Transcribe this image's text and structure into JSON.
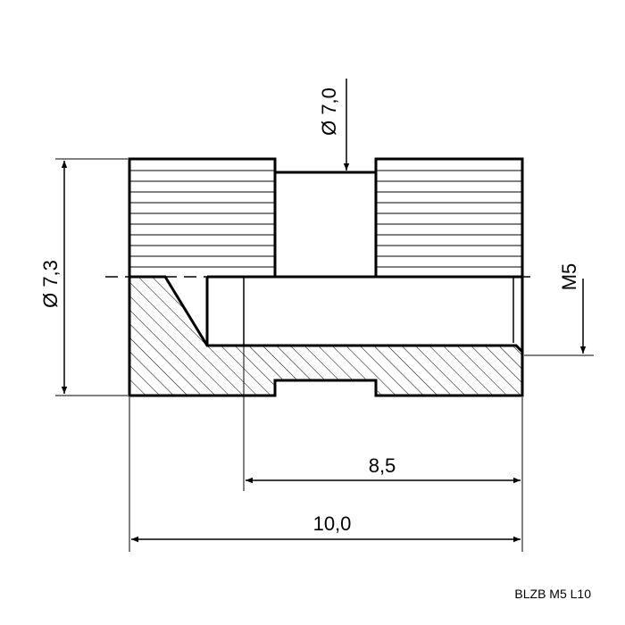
{
  "diagram": {
    "colors": {
      "ink": "#000000",
      "paper": "#ffffff"
    },
    "dimensions": {
      "outer_diameter": "Ø 7,3",
      "head_diameter": "Ø 7,0",
      "thread": "M5",
      "thread_length": "8,5",
      "total_length": "10,0"
    },
    "part_code": "BLZB M5 L10"
  }
}
